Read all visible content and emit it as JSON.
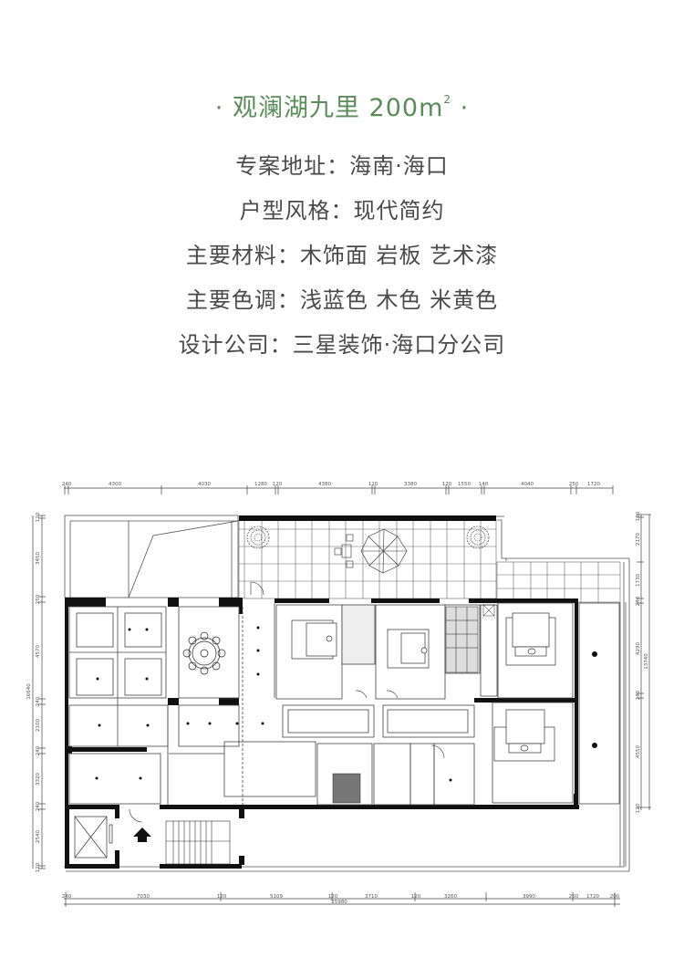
{
  "title": {
    "dot_left": "·",
    "name": "观澜湖九里 200",
    "unit": "m²",
    "dot_right": "·",
    "color": "#5b8c5a"
  },
  "info": [
    {
      "label": "专案地址：",
      "value": "海南·海口"
    },
    {
      "label": "户型风格：",
      "value": "现代简约"
    },
    {
      "label": "主要材料：",
      "value": "木饰面 岩板 艺术漆"
    },
    {
      "label": "主要色调：",
      "value": "浅蓝色 木色 米黄色"
    },
    {
      "label": "设计公司：",
      "value": "三星装饰·海口分公司"
    }
  ],
  "floor_plan": {
    "top_dimensions": [
      "240",
      "4300",
      "4030",
      "1280",
      "120",
      "4380",
      "120",
      "3380",
      "120",
      "1550",
      "140",
      "4040",
      "250",
      "1720"
    ],
    "bottom_dimensions": [
      "240",
      "7030",
      "120",
      "5109",
      "120",
      "3710",
      "120",
      "3260",
      "3990",
      "250",
      "1720",
      "200"
    ],
    "bottom_total": "25980",
    "left_dimensions": [
      "120",
      "3450",
      "250",
      "4570",
      "240",
      "2100",
      "240",
      "3320",
      "240",
      "2540",
      "120"
    ],
    "left_total": "16640",
    "right_dimensions": [
      "120",
      "2170",
      "1730",
      "240",
      "4290",
      "240",
      "4550",
      "120"
    ],
    "right_total": "13740"
  }
}
